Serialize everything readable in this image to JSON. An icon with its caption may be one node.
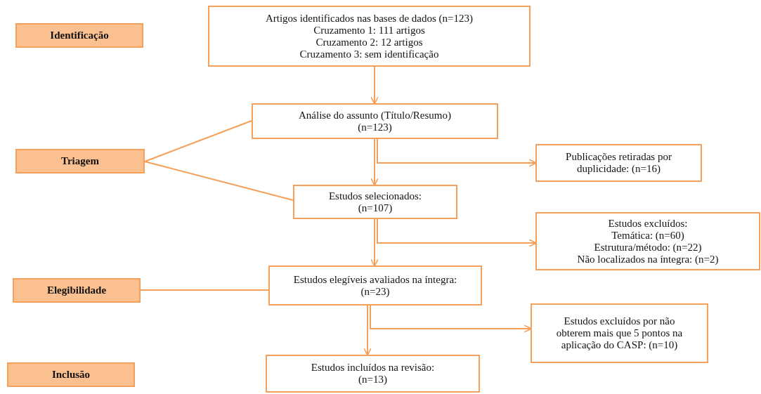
{
  "diagram": {
    "nodes": [
      {
        "text": [
          "Identificação"
        ]
      },
      {
        "text": [
          "Artigos identificados nas bases de dados (n=123)",
          "Cruzamento 1: 111 artigos",
          "Cruzamento 2: 12 artigos",
          "Cruzamento 3: sem identificação"
        ]
      },
      {
        "text": [
          "Triagem"
        ]
      },
      {
        "text": [
          "Análise do assunto (Título/Resumo) (n=123)"
        ]
      },
      {
        "text": [
          "Publicações retiradas por duplicidade: (n=16)"
        ]
      },
      {
        "text": [
          "Estudos selecionados: (n=107)"
        ]
      },
      {
        "text": [
          "Estudos excluídos:",
          "Temática: (n=60)",
          "Estrutura/método: (n=22)",
          "Não localizados na íntegra: (n=2)"
        ]
      },
      {
        "text": [
          "Elegibilidade"
        ]
      },
      {
        "text": [
          "Estudos elegíveis avaliados na íntegra: (n=23)"
        ]
      },
      {
        "text": [
          "Estudos excluídos por não obterem mais que 5 pontos na aplicação do CASP: (n=10)"
        ]
      },
      {
        "text": [
          "Inclusão"
        ]
      },
      {
        "text": [
          "Estudos incluídos na revisão: (n=13)"
        ]
      }
    ],
    "edges": [
      {
        "from": 1,
        "to": 3,
        "arrow": "to"
      },
      {
        "from": 3,
        "to": 5,
        "arrow": "to"
      },
      {
        "from": 3,
        "to": 4,
        "arrow": "to"
      },
      {
        "from": 2,
        "to": 3,
        "arrow": "none"
      },
      {
        "from": 2,
        "to": 5,
        "arrow": "none"
      },
      {
        "from": 5,
        "to": 8,
        "arrow": "to"
      },
      {
        "from": 5,
        "to": 6,
        "arrow": "to"
      },
      {
        "from": 7,
        "to": 8,
        "arrow": "none"
      },
      {
        "from": 8,
        "to": 11,
        "arrow": "to"
      },
      {
        "from": 8,
        "to": 9,
        "arrow": "to"
      }
    ]
  }
}
